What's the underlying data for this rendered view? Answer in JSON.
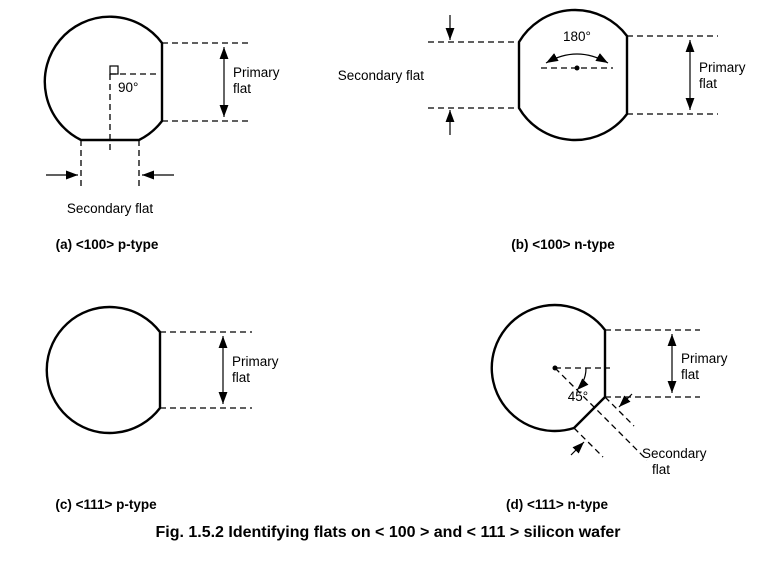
{
  "figure": {
    "caption": "Fig. 1.5.2 Identifying flats on < 100 > and < 111 > silicon wafer",
    "colors": {
      "ink": "#000000",
      "background": "#ffffff"
    },
    "panels": {
      "a": {
        "label": "(a) <100> p-type",
        "primary_line1": "Primary",
        "primary_line2": "flat",
        "secondary": "Secondary flat",
        "angle": "90°"
      },
      "b": {
        "label": "(b) <100> n-type",
        "primary_line1": "Primary",
        "primary_line2": "flat",
        "secondary": "Secondary flat",
        "angle": "180°"
      },
      "c": {
        "label": "(c) <111> p-type",
        "primary_line1": "Primary",
        "primary_line2": "flat"
      },
      "d": {
        "label": "(d) <111> n-type",
        "primary_line1": "Primary",
        "primary_line2": "flat",
        "secondary_line1": "Secondary",
        "secondary_line2": "flat",
        "angle": "45°"
      }
    }
  }
}
